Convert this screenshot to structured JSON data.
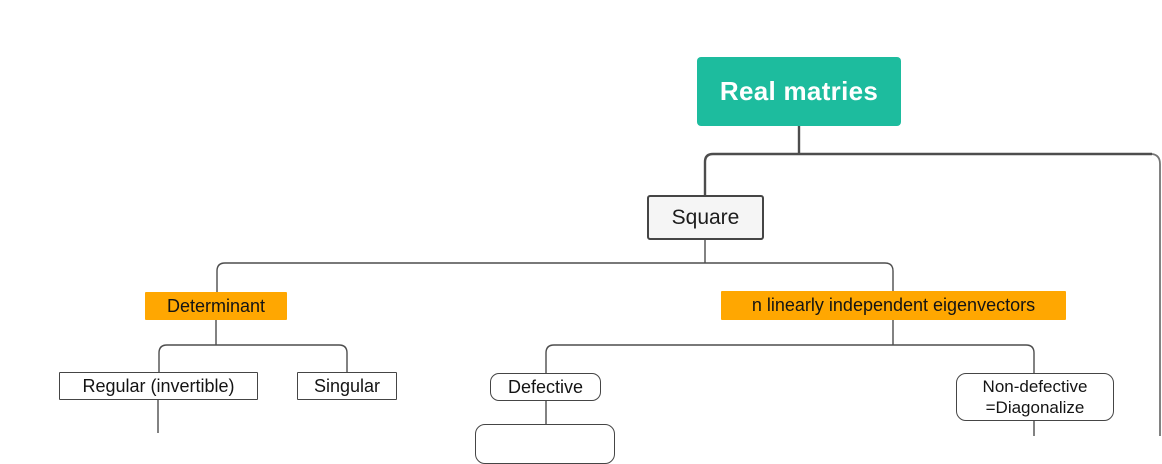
{
  "colors": {
    "root-bg": "#1dbc9e",
    "branch-bg": "#ffa701",
    "square-bg": "#f5f5f5",
    "border": "#454545",
    "line": "#4d4d4d",
    "line-soft": "#757575"
  },
  "nodes": {
    "root": {
      "label": "Real matries"
    },
    "square": {
      "label": "Square"
    },
    "determinant": {
      "label": "Determinant"
    },
    "eigenvectors": {
      "label": "n linearly independent eigenvectors"
    },
    "regular": {
      "label": "Regular (invertible)"
    },
    "singular": {
      "label": "Singular"
    },
    "defective": {
      "label": "Defective"
    },
    "non_defective": {
      "line1": "Non-defective",
      "line2": "=Diagonalize"
    }
  }
}
